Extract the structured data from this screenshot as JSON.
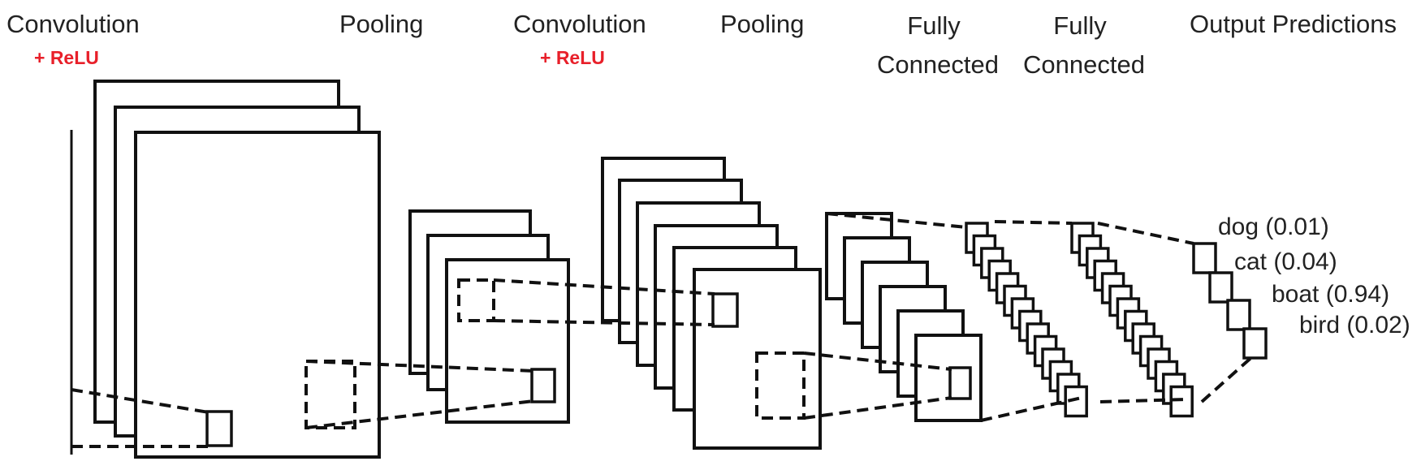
{
  "stages": [
    {
      "label": "Convolution",
      "sub": "+ ReLU"
    },
    {
      "label": "Pooling"
    },
    {
      "label": "Convolution",
      "sub": "+ ReLU"
    },
    {
      "label": "Pooling"
    },
    {
      "label_line1": "Fully",
      "label_line2": "Connected"
    },
    {
      "label_line1": "Fully",
      "label_line2": "Connected"
    },
    {
      "label": "Output Predictions"
    }
  ],
  "predictions": [
    {
      "text": "dog (0.01)"
    },
    {
      "text": "cat (0.04)"
    },
    {
      "text": "boat (0.94)"
    },
    {
      "text": "bird (0.02)"
    }
  ],
  "colors": {
    "relu": "#e8202a",
    "stroke": "#111111"
  }
}
